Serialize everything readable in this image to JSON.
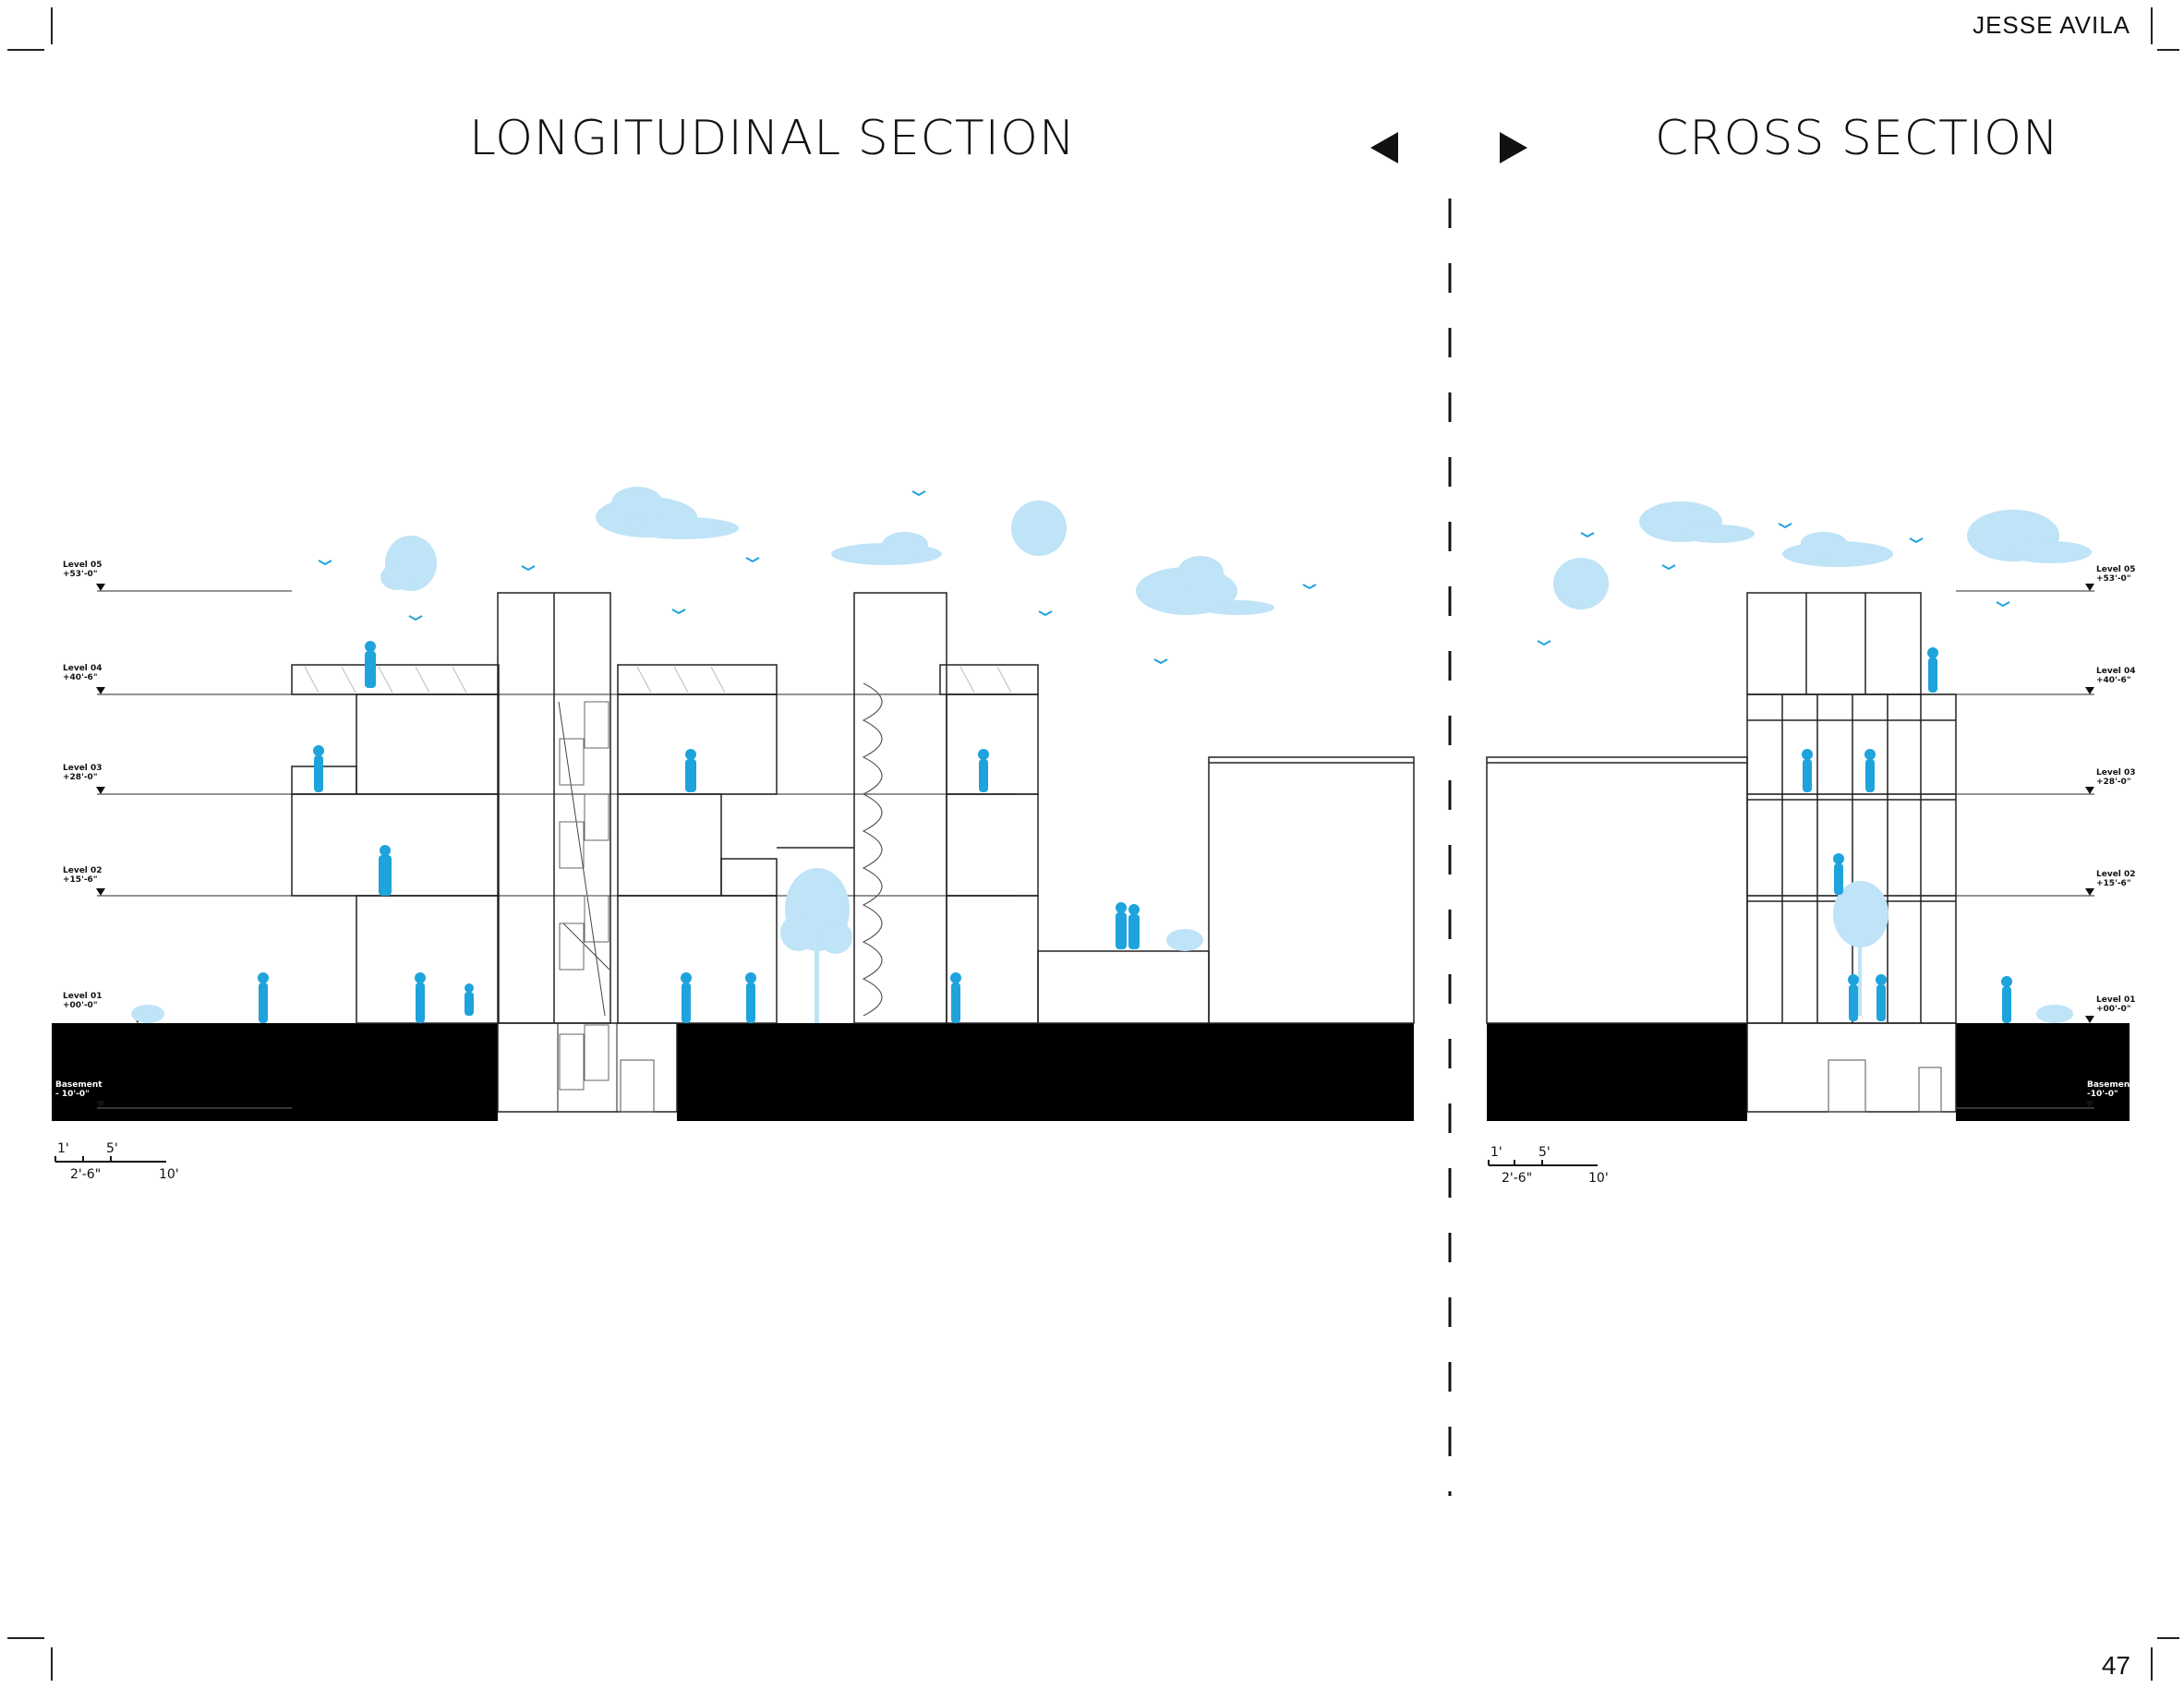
{
  "header": {
    "author": "JESSE AVILA"
  },
  "footer": {
    "page_number": "47"
  },
  "titles": {
    "left": "LONGITUDINAL SECTION",
    "right": "CROSS SECTION"
  },
  "nav": {
    "prev_icon": "triangle-left-icon",
    "next_icon": "triangle-right-icon"
  },
  "levels_left": [
    {
      "name": "Level 05",
      "elev": "+53'-0\""
    },
    {
      "name": "Level 04",
      "elev": "+40'-6\""
    },
    {
      "name": "Level 03",
      "elev": "+28'-0\""
    },
    {
      "name": "Level 02",
      "elev": "+15'-6\""
    },
    {
      "name": "Level 01",
      "elev": "+00'-0\""
    },
    {
      "name": "Basement",
      "elev": "- 10'-0\""
    }
  ],
  "levels_right": [
    {
      "name": "Level 05",
      "elev": "+53'-0\""
    },
    {
      "name": "Level 04",
      "elev": "+40'-6\""
    },
    {
      "name": "Level 03",
      "elev": "+28'-0\""
    },
    {
      "name": "Level 02",
      "elev": "+15'-6\""
    },
    {
      "name": "Level 01",
      "elev": "+00'-0\""
    },
    {
      "name": "Basement",
      "elev": "-10'-0\""
    }
  ],
  "scale_bar": {
    "t1": "1'",
    "t5": "5'",
    "t2_6": "2'-6\"",
    "t10": "10'"
  },
  "colors": {
    "accent": "#1ea3dc",
    "cloud": "#bfe3f7",
    "ink": "#111111"
  }
}
